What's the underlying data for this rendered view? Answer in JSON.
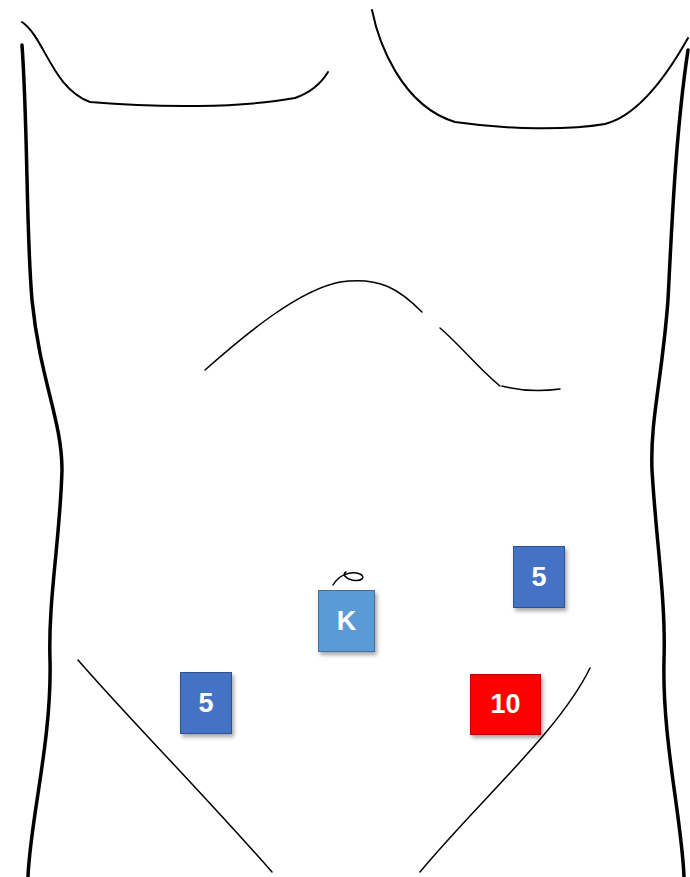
{
  "diagram": {
    "nodes": [
      {
        "text": [
          "5"
        ]
      },
      {
        "text": [
          "K"
        ]
      },
      {
        "text": [
          "5"
        ]
      },
      {
        "text": [
          "10"
        ]
      }
    ]
  }
}
